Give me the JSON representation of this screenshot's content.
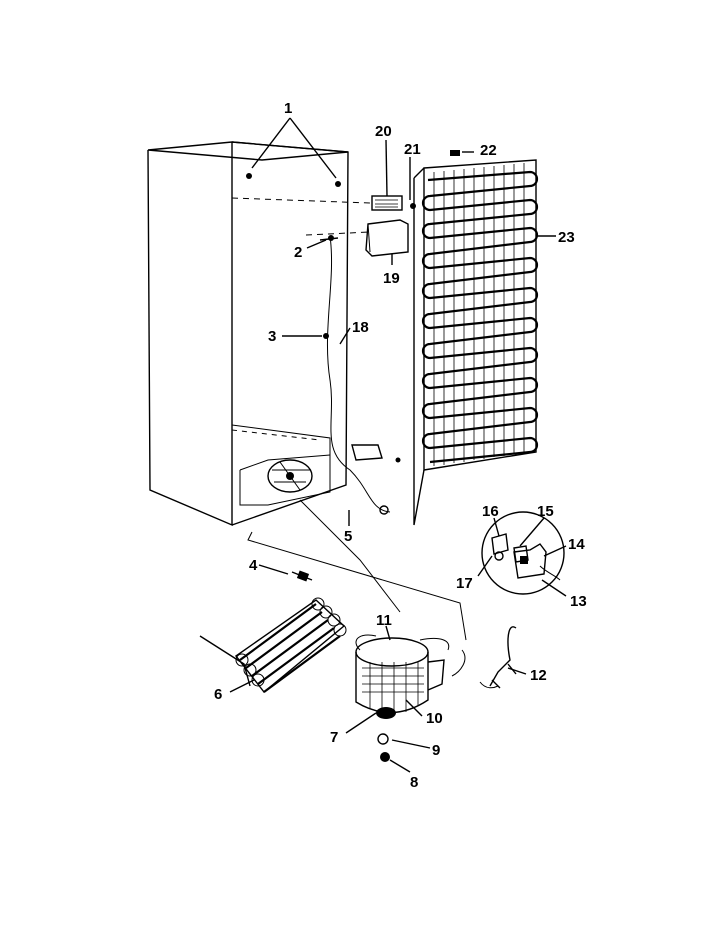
{
  "diagram": {
    "type": "exploded-parts-diagram",
    "callouts": [
      "1",
      "2",
      "3",
      "4",
      "5",
      "6",
      "7",
      "8",
      "9",
      "10",
      "11",
      "12",
      "13",
      "14",
      "15",
      "16",
      "17",
      "18",
      "19",
      "20",
      "21",
      "22",
      "23"
    ]
  },
  "colors": {
    "ink": "#000000",
    "paper": "#ffffff"
  }
}
